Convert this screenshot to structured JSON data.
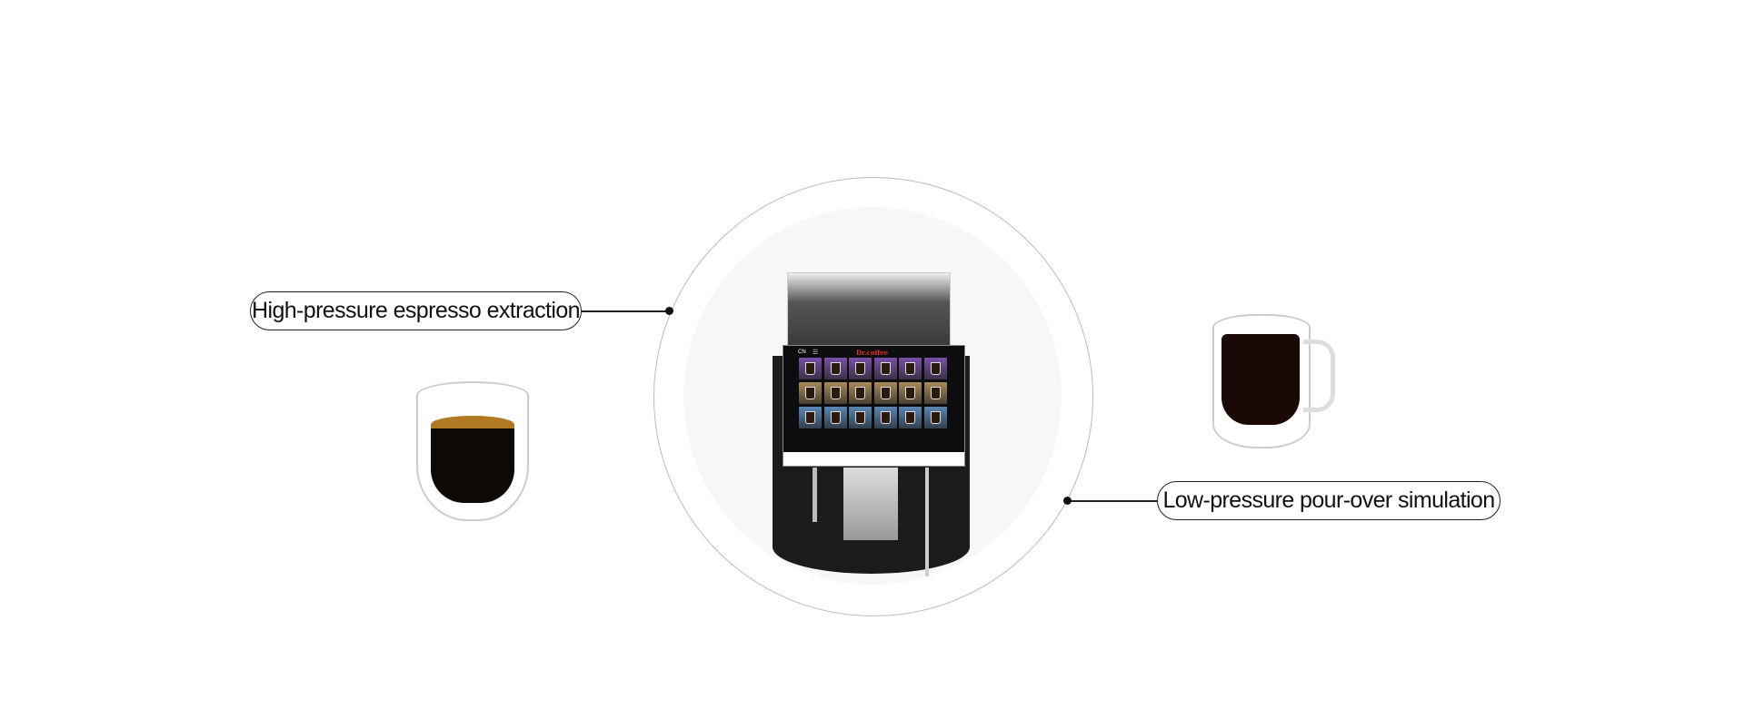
{
  "features": {
    "left": {
      "label": "High-pressure espresso extraction"
    },
    "right": {
      "label": "Low-pressure pour-over simulation"
    }
  },
  "machine_screen": {
    "language": "CN",
    "brand": "Dr.coffee",
    "tile_colors": [
      "#7a4fa8",
      "#a98a5a",
      "#5b86b3"
    ]
  }
}
